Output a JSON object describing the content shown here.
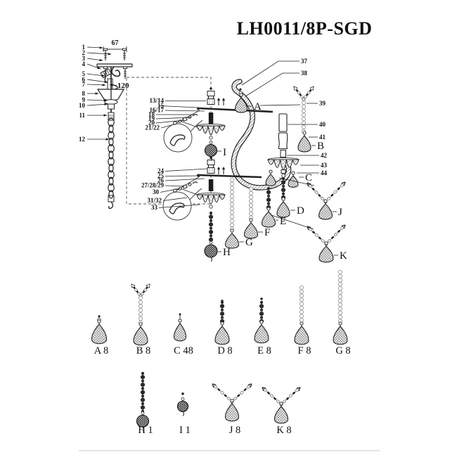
{
  "title": "LH0011/8P-SGD",
  "palette": {
    "ink": "#1a1a1a",
    "faint": "#999999"
  },
  "mount": {
    "width_dim": "67",
    "canopy_dim": "120",
    "callouts": [
      "1",
      "2",
      "3",
      "4",
      "5",
      "6",
      "7",
      "8",
      "9",
      "10",
      "11",
      "12"
    ]
  },
  "upper_arm": {
    "callouts": [
      "13/14",
      "15",
      "16/17",
      "18",
      "19",
      "20",
      "21/22"
    ]
  },
  "lower_arm": {
    "callouts": [
      "24",
      "25",
      "26",
      "27/28/29",
      "30",
      "31/32",
      "33"
    ]
  },
  "arm_top": {
    "callouts": [
      "37",
      "38"
    ]
  },
  "right_column": {
    "callouts": [
      "39",
      "40",
      "41",
      "42",
      "43",
      "44"
    ]
  },
  "pendant_labels": {
    "A": "A",
    "B": "B",
    "C": "C",
    "D": "D",
    "E": "E",
    "F": "F",
    "G": "G",
    "H": "H",
    "I": "I",
    "J": "J",
    "K": "K"
  },
  "parts_list": [
    "A 8",
    "B 8",
    "C 48",
    "D 8",
    "E 8",
    "F 8",
    "G 8",
    "H 1",
    "I 1",
    "J 8",
    "K 8"
  ]
}
